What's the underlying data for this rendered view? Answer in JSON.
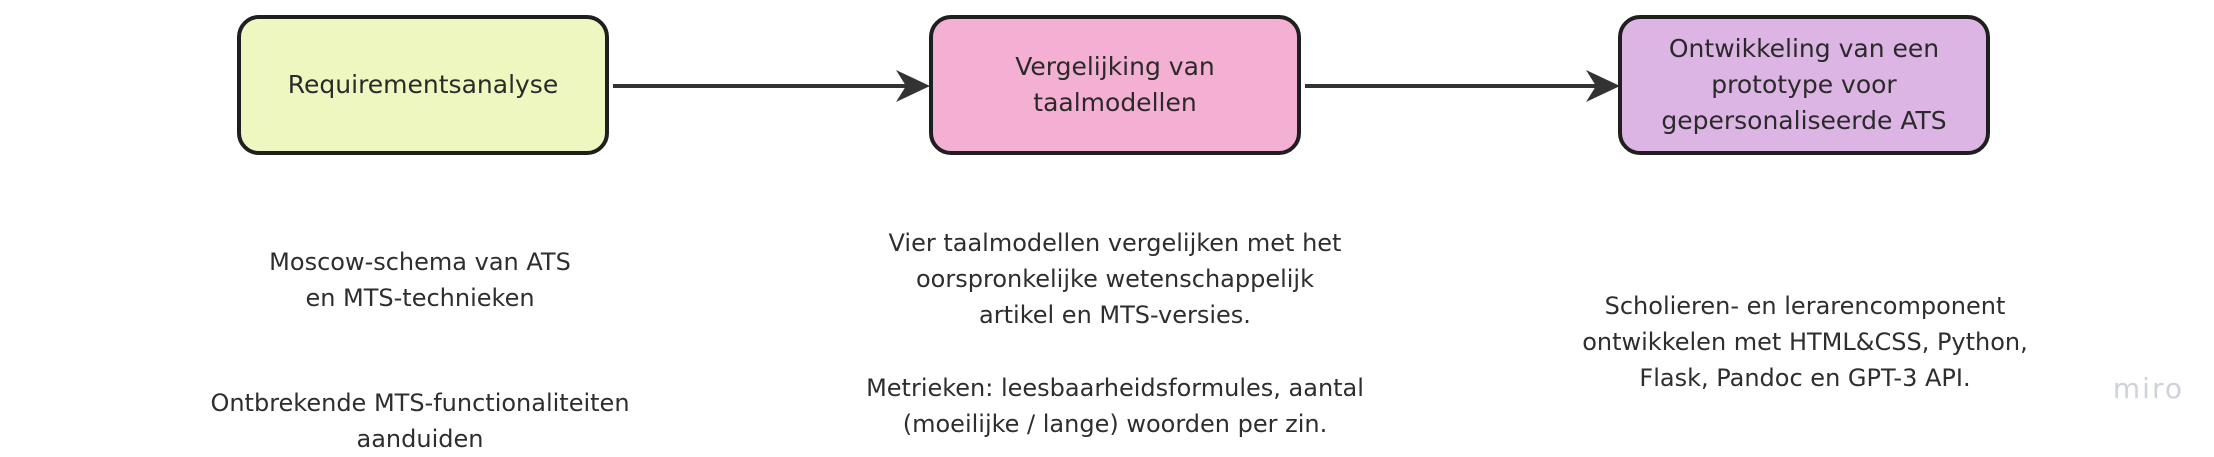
{
  "nodes": [
    {
      "id": "requirementsanalyse",
      "label": "Requirementsanalyse",
      "color": "#eff7c1"
    },
    {
      "id": "vergelijking",
      "label": "Vergelijking van\ntaalmodellen",
      "color": "#f4b0d2"
    },
    {
      "id": "prototype",
      "label": "Ontwikkeling van een\nprototype voor\ngepersonaliseerde ATS",
      "color": "#dcb5e5"
    }
  ],
  "edges": [
    {
      "from": "requirementsanalyse",
      "to": "vergelijking"
    },
    {
      "from": "vergelijking",
      "to": "prototype"
    }
  ],
  "notes": {
    "col1_a": "Moscow-schema van ATS\nen MTS-technieken",
    "col1_b": "Ontbrekende MTS-functionaliteiten\naanduiden",
    "col2_a": "Vier taalmodellen vergelijken met het\noorspronkelijke wetenschappelijk\nartikel en MTS-versies.",
    "col2_b": "Metrieken: leesbaarheidsformules, aantal\n(moeilijke / lange) woorden per zin.",
    "col3_a": "Scholieren- en lerarencomponent\nontwikkelen met HTML&CSS, Python,\nFlask, Pandoc en GPT-3 API."
  },
  "watermark": "miro",
  "colors": {
    "stroke": "#1f1f1f",
    "arrow": "#333333",
    "text": "#2e2e2e",
    "watermark": "#cfd2da"
  }
}
